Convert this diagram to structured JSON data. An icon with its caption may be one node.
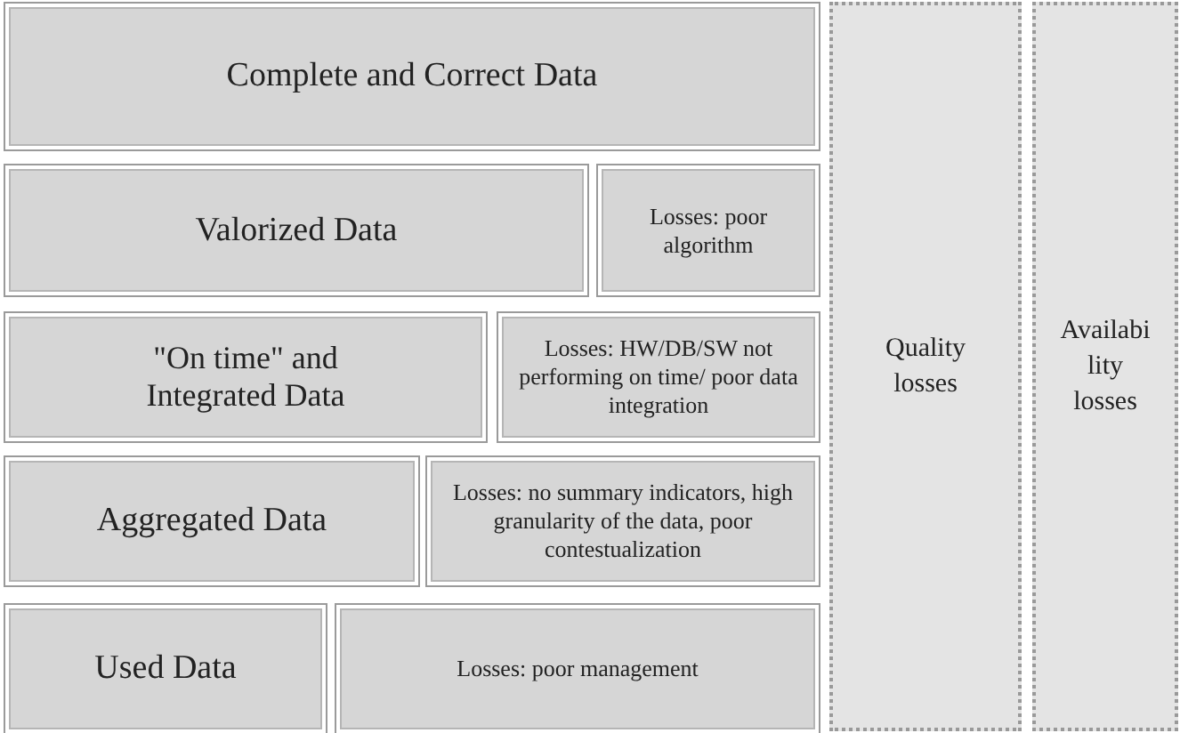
{
  "diagram": {
    "nodes": [
      {
        "text": [
          "Complete and Correct Data"
        ]
      },
      {
        "text": [
          "Valorized Data"
        ]
      },
      {
        "text": [
          "Losses: poor algorithm"
        ]
      },
      {
        "text": [
          "\"On time\" and Integrated Data"
        ]
      },
      {
        "text": [
          "Losses: HW/DB/SW not performing on time/ poor data integration"
        ]
      },
      {
        "text": [
          "Aggregated Data"
        ]
      },
      {
        "text": [
          "Losses: no summary indicators, high granularity of the data, poor contestualization"
        ]
      },
      {
        "text": [
          "Used Data"
        ]
      },
      {
        "text": [
          "Losses: poor management"
        ]
      },
      {
        "text": [
          "Quality losses"
        ]
      },
      {
        "text": [
          "Availabi lity losses"
        ]
      }
    ]
  }
}
